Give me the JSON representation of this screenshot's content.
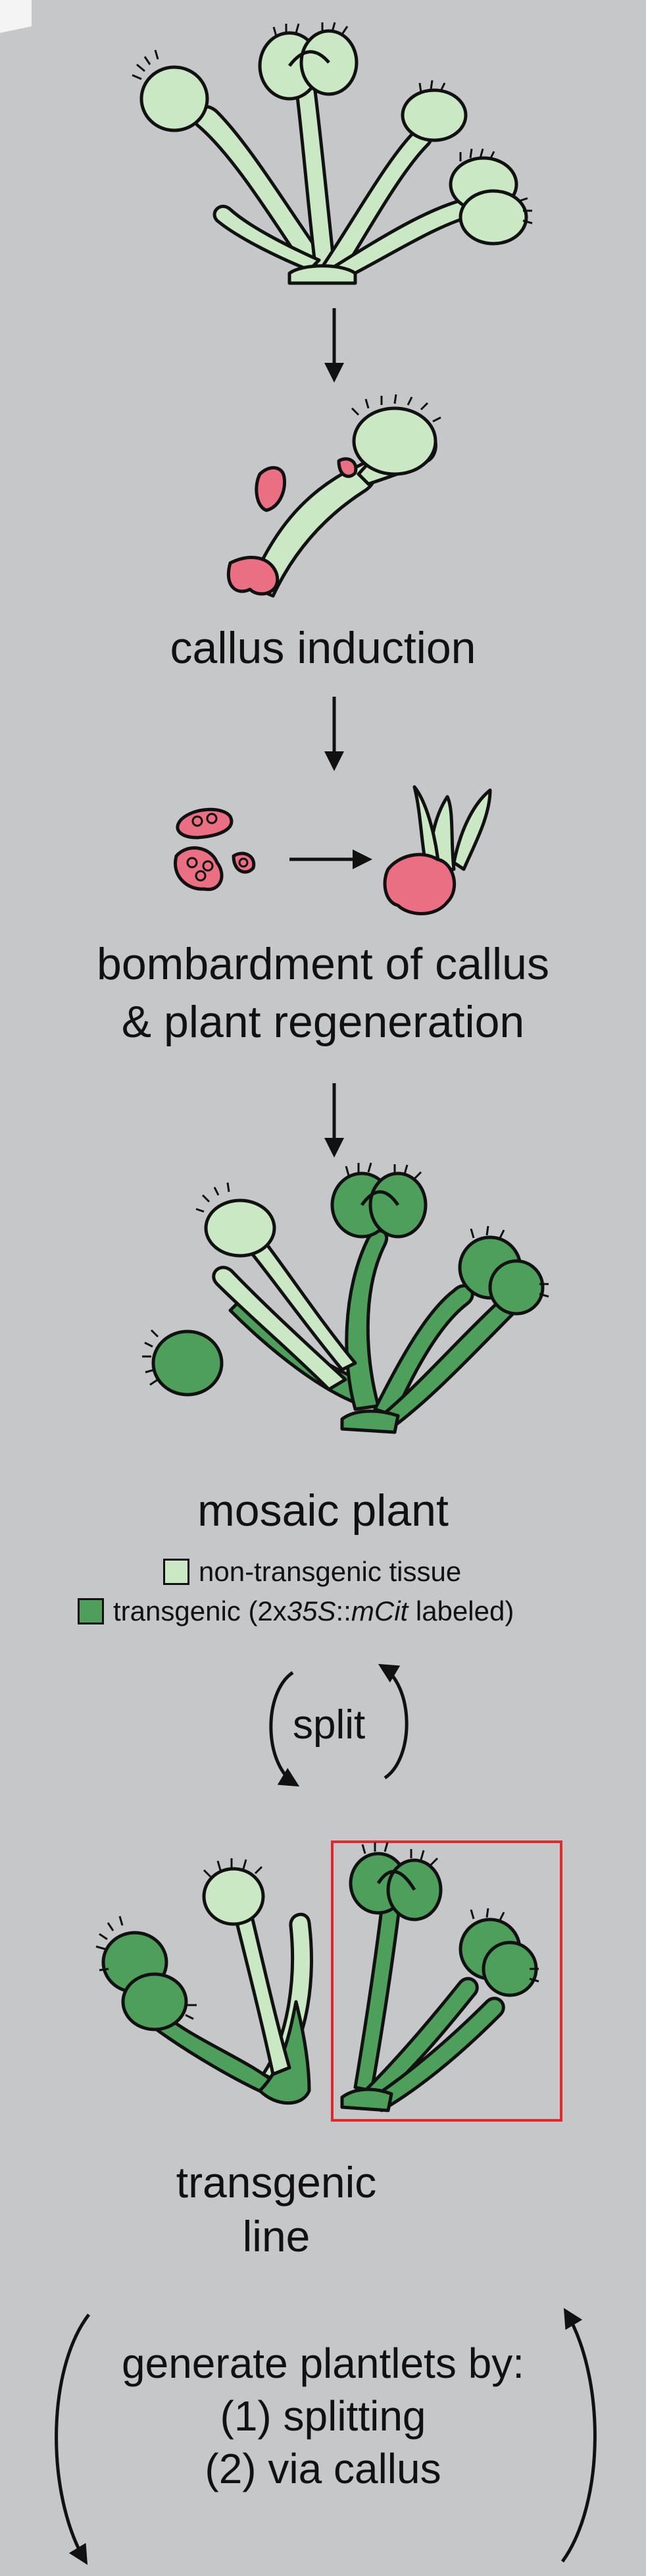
{
  "steps": {
    "callus_induction": "callus induction",
    "bombardment_line1": "bombardment of callus",
    "bombardment_line2": "& plant regeneration",
    "mosaic_plant": "mosaic plant",
    "split": "split",
    "transgenic_line1": "transgenic",
    "transgenic_line2": "line"
  },
  "legend": {
    "non_transgenic": "non-transgenic tissue",
    "transgenic_prefix": "transgenic (2x",
    "transgenic_promoter": "35S",
    "transgenic_sep": "::",
    "transgenic_reporter": "mCit",
    "transgenic_suffix": " labeled)"
  },
  "generate": {
    "line1": "generate plantlets by:",
    "line2": "(1) splitting",
    "line3": "(2) via callus"
  },
  "colors": {
    "background": "#c6c7c9",
    "non_transgenic_tissue": "#c9e8c3",
    "transgenic_tissue": "#4f9f5c",
    "callus": "#ea6f82",
    "selection_box": "#e0282d",
    "outline": "#111111"
  }
}
